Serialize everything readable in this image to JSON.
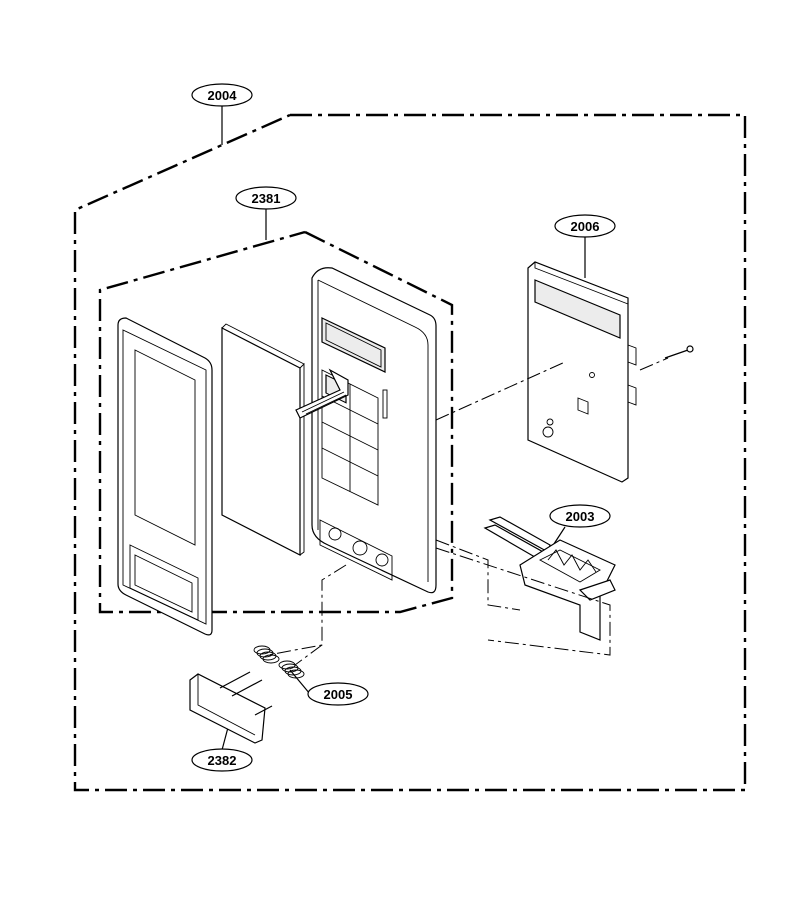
{
  "callouts": {
    "c2004": "2004",
    "c2381": "2381",
    "c2006": "2006",
    "c2003": "2003",
    "c2005": "2005",
    "c2382": "2382"
  }
}
